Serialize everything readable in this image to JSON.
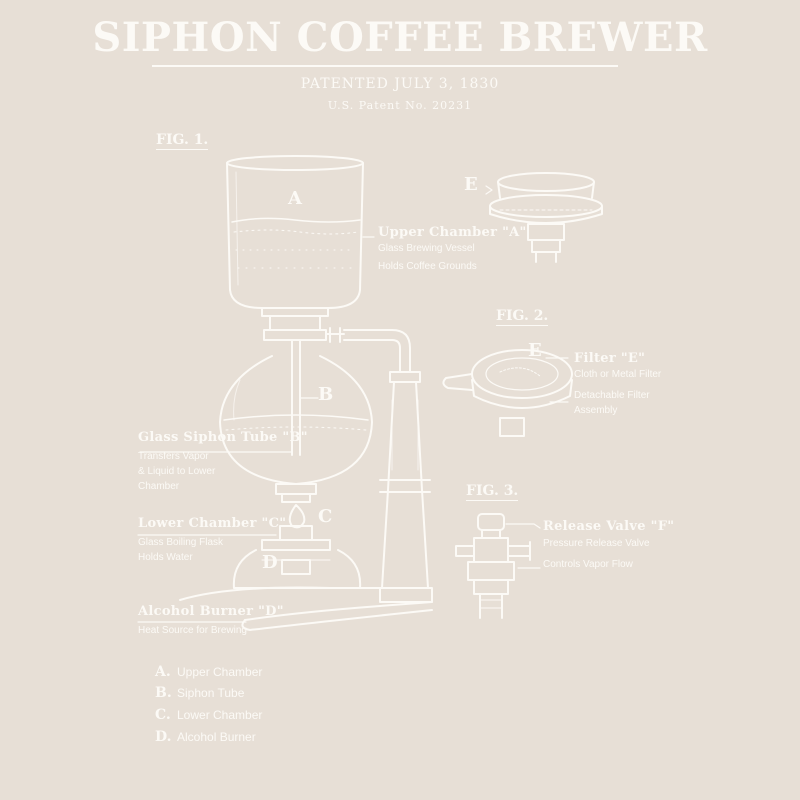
{
  "header": {
    "title": "SIPHON COFFEE BREWER",
    "patent_date": "PATENTED JULY 3, 1830",
    "patent_number": "U.S. Patent No. 20231"
  },
  "figures": {
    "fig1": "FIG. 1.",
    "fig2": "FIG. 2.",
    "fig3": "FIG. 3."
  },
  "letters": {
    "a": "A",
    "b": "B",
    "c": "C",
    "d": "D",
    "e_top": "E",
    "e_fig2": "E"
  },
  "callouts": {
    "upper_chamber": {
      "title": "Upper Chamber \"A\"",
      "line1": "Glass Brewing Vessel",
      "line2": "Holds Coffee Grounds"
    },
    "siphon_tube": {
      "title": "Glass Siphon Tube \"B\"",
      "line1": "Transfers Vapor",
      "line2": "& Liquid to Lower",
      "line3": "Chamber"
    },
    "lower_chamber": {
      "title": "Lower Chamber \"C\"",
      "line1": "Glass Boiling Flask",
      "line2": "Holds Water"
    },
    "alcohol_burner": {
      "title": "Alcohol Burner \"D\"",
      "line1": "Heat Source for Brewing"
    },
    "filter": {
      "title": "Filter \"E\"",
      "line1": "Cloth or Metal Filter",
      "line2": "Detachable Filter",
      "line3": "Assembly"
    },
    "release_valve": {
      "title": "Release Valve \"F\"",
      "line1": "Pressure Release Valve",
      "line2": "Controls Vapor Flow"
    }
  },
  "legend": [
    {
      "key": "A.",
      "label": "Upper Chamber"
    },
    {
      "key": "B.",
      "label": "Siphon Tube"
    },
    {
      "key": "C.",
      "label": "Lower Chamber"
    },
    {
      "key": "D.",
      "label": "Alcohol Burner"
    }
  ],
  "colors": {
    "background": "#e7dfd6",
    "ink": "#fcfaf6"
  }
}
